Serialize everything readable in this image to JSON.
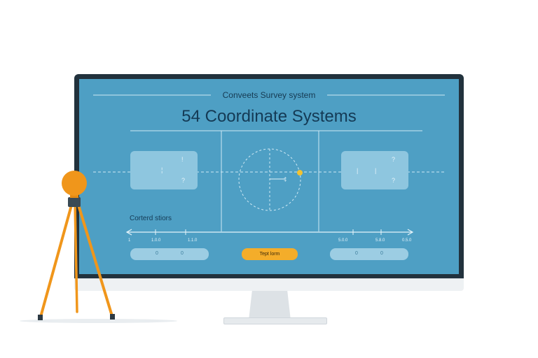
{
  "header": {
    "subtitle": "Conveets Survey system",
    "title": "54 Coordinate Systems"
  },
  "left_card": {
    "marks": [
      "!",
      "¦",
      "?"
    ]
  },
  "right_card": {
    "marks": [
      "?",
      "|",
      "|",
      "?"
    ]
  },
  "center_readout": "‡",
  "section_label": "Corterd stiors",
  "axis_ticks": [
    "1",
    "1.0.0",
    "1.1.0",
    "5.0.0",
    "5.8.0",
    "0.5.0"
  ],
  "left_pill": {
    "values": [
      "0",
      "0"
    ]
  },
  "right_pill": {
    "values": [
      "0",
      "0"
    ]
  },
  "primary_button": {
    "label": "Tept lorm"
  },
  "colors": {
    "screen": "#4e9fc4",
    "bezel": "#22323d",
    "accent_button": "#f4ad2a",
    "tripod": "#f0961b",
    "target_point": "#f2c230"
  }
}
